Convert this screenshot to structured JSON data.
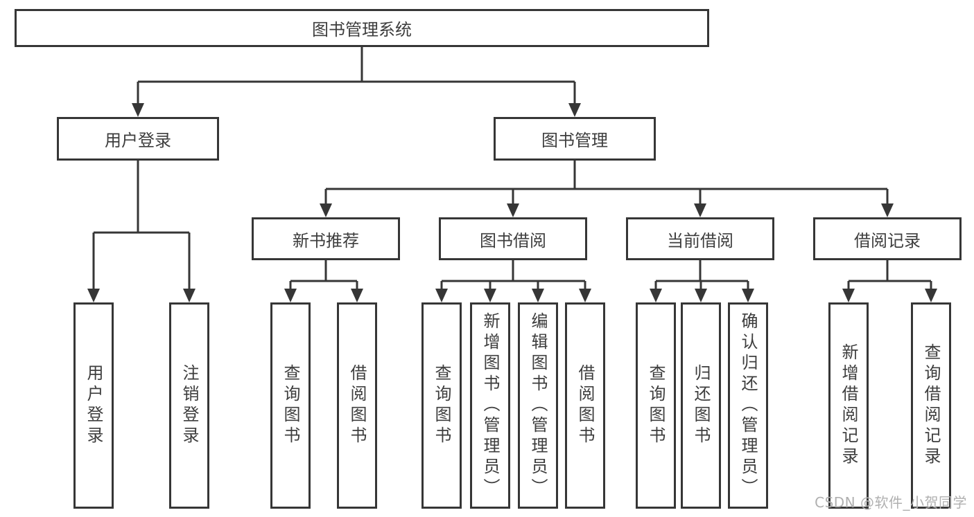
{
  "title": "图书管理系统",
  "colors": {
    "background": "#ffffff",
    "line": "#363636",
    "box_border": "#363636",
    "text": "#3d3d3d",
    "watermark": "#b0b0b0"
  },
  "watermark": {
    "text": "CSDN @软件_小贺同学"
  },
  "tree": {
    "root": {
      "label": "图书管理系统"
    },
    "level2": [
      {
        "label": "用户登录",
        "children": [
          {
            "label": "用户登录"
          },
          {
            "label": "注销登录"
          }
        ]
      },
      {
        "label": "图书管理",
        "children": [
          {
            "label": "新书推荐",
            "children": [
              {
                "label": "查询图书"
              },
              {
                "label": "借阅图书"
              }
            ]
          },
          {
            "label": "图书借阅",
            "children": [
              {
                "label": "查询图书"
              },
              {
                "label": "新增图书（管理员）"
              },
              {
                "label": "编辑图书（管理员）"
              },
              {
                "label": "借阅图书"
              }
            ]
          },
          {
            "label": "当前借阅",
            "children": [
              {
                "label": "查询图书"
              },
              {
                "label": "归还图书"
              },
              {
                "label": "确认归还（管理员）"
              }
            ]
          },
          {
            "label": "借阅记录",
            "children": [
              {
                "label": "新增借阅记录"
              },
              {
                "label": "查询借阅记录"
              }
            ]
          }
        ]
      }
    ]
  }
}
